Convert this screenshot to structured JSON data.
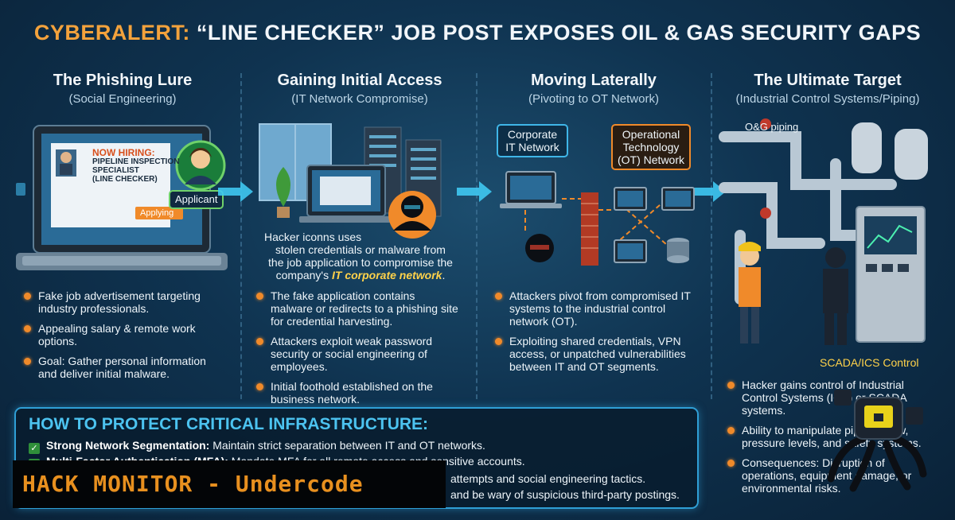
{
  "title": {
    "accent": "CYBERALERT:",
    "rest": " “LINE CHECKER” JOB POST EXPOSES OIL & GAS SECURITY GAPS"
  },
  "panels": [
    {
      "heading": "The Phishing Lure",
      "sub": "(Social Engineering)",
      "bullets": [
        "Fake job advertisement targeting industry professionals.",
        "Appealing salary & remote work options.",
        "Goal: Gather personal information and deliver initial malware."
      ]
    },
    {
      "heading": "Gaining Initial Access",
      "sub": "(IT Network Compromise)",
      "bullets": [
        "The fake application contains malware or redirects to a phishing site for credential harvesting.",
        "Attackers exploit weak password security or social engineering of employees.",
        "Initial foothold established on the business network."
      ]
    },
    {
      "heading": "Moving Laterally",
      "sub": "(Pivoting to OT Network)",
      "bullets": [
        "Attackers pivot from compromised IT systems to the industrial control network (OT).",
        "Exploiting shared credentials, VPN access, or unpatched vulnerabilities between IT and OT segments."
      ]
    },
    {
      "heading": "The Ultimate Target",
      "sub": "(Industrial Control Systems/Piping)",
      "bullets": [
        "Hacker gains control of Industrial Control Systems (ICS) or SCADA systems.",
        "Ability to manipulate pipeline flow, pressure levels, and safety systems.",
        "Consequences: Disruption of operations, equipment damage, or environmental risks."
      ]
    }
  ],
  "job_ad": {
    "hiring": "NOW HIRING:",
    "role_1": "PIPELINE INSPECTION",
    "role_2": "SPECIALIST",
    "role_3": "(LINE CHECKER)",
    "applying": "Applying",
    "applicant": "Applicant"
  },
  "access_caption": {
    "line1": "Hacker iconns uses",
    "line2": "stolen credentials or malware from",
    "line3": "the job application to compromise the",
    "line4_pre": "company's ",
    "line4_em": "IT corporate network",
    "line4_post": "."
  },
  "network_labels": {
    "it": [
      "Corporate",
      "IT Network"
    ],
    "ot": [
      "Operational",
      "Technology",
      "(OT) Network"
    ]
  },
  "target_labels": {
    "piping": "O&G piping",
    "scada": "SCADA/ICS Control"
  },
  "protect": {
    "heading": "HOW TO PROTECT CRITICAL INFRASTRUCTURE:",
    "items": [
      {
        "bold": "Strong Network Segmentation:",
        "text": " Maintain strict separation between IT and OT networks."
      },
      {
        "bold": "Multi-Factor Authentication (MFA):",
        "text": " Mandate MFA for all remote access and sensitive accounts."
      },
      {
        "bold": "",
        "text": "attempts and social engineering tactics."
      },
      {
        "bold": "",
        "text": "and be wary of suspicious third-party postings."
      }
    ]
  },
  "banner": "HACK MONITOR - Undercode",
  "colors": {
    "accent": "#f3a23c",
    "bullet": "#f08a2a",
    "frame": "#2f9fd6",
    "highlight": "#ffd24a"
  }
}
